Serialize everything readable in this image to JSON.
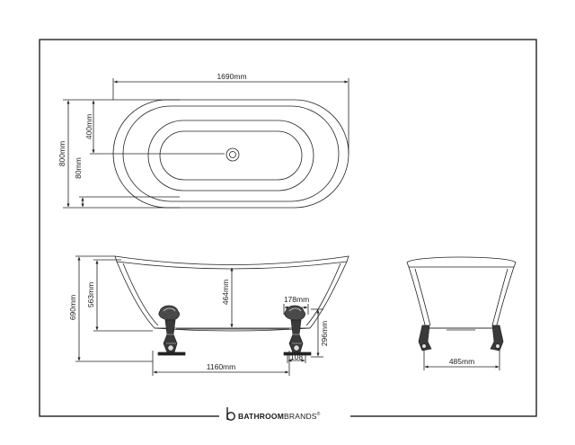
{
  "top_view": {
    "length": "1690mm",
    "inner_width": "400mm",
    "outer_width": "800mm",
    "offset": "80mm"
  },
  "side_view": {
    "total_height": "690mm",
    "rim_height": "563mm",
    "depth": "464mm",
    "foot_width": "178mm",
    "foot_height": "296mm",
    "foot_base": "108",
    "base_length": "1160mm"
  },
  "end_view": {
    "base_width": "485mm"
  },
  "brand": {
    "bold": "BATHROOM",
    "light": "BRANDS",
    "mark": "®"
  },
  "colors": {
    "line": "#222222",
    "frame": "#111111",
    "foot": "#3a3a3a"
  }
}
